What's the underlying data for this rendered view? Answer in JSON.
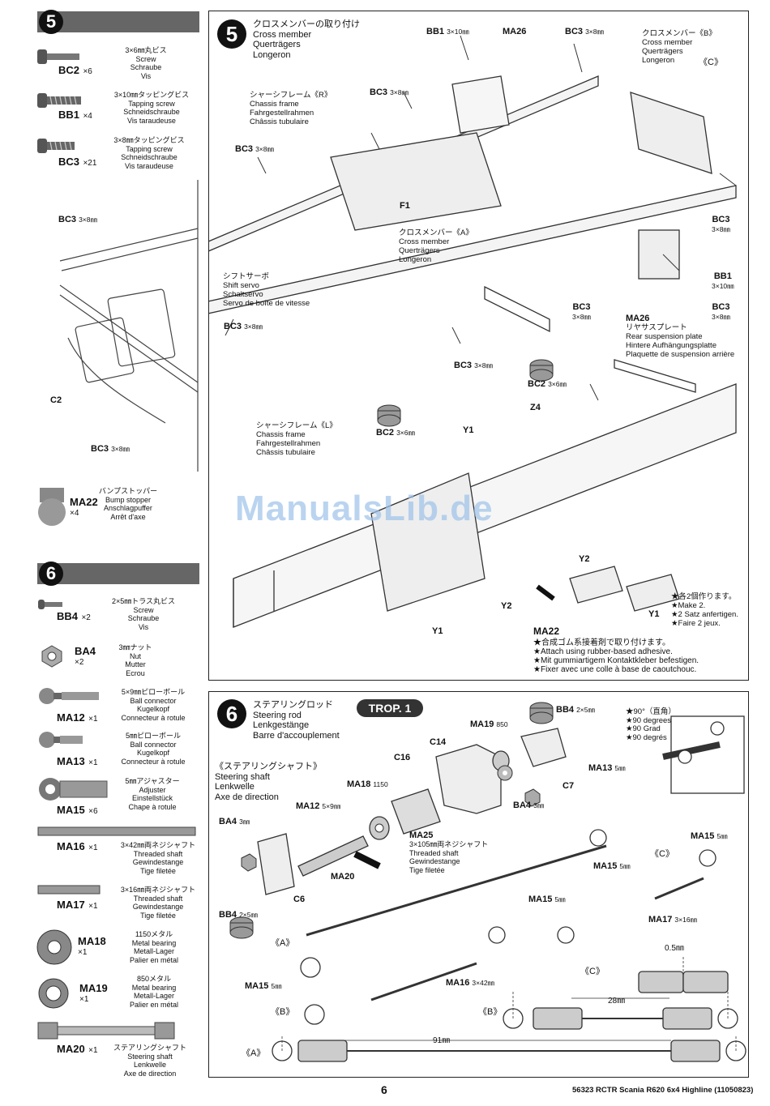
{
  "page_number": "6",
  "footer": "56323 RCTR Scania R620 6x4 Highline (11050823)",
  "watermark": "ManualsLib.de",
  "trop": "TROP. 1",
  "step5": {
    "number": "5",
    "title": [
      "クロスメンバーの取り付け",
      "Cross member",
      "Querträgers",
      "Longeron"
    ],
    "parts": [
      {
        "code": "BC2",
        "qty": "×6",
        "desc": [
          "3×6㎜丸ビス",
          "Screw",
          "Schraube",
          "Vis"
        ]
      },
      {
        "code": "BB1",
        "qty": "×4",
        "desc": [
          "3×10㎜タッピングビス",
          "Tapping screw",
          "Schneidschraube",
          "Vis taraudeuse"
        ]
      },
      {
        "code": "BC3",
        "qty": "×21",
        "desc": [
          "3×8㎜タッピングビス",
          "Tapping screw",
          "Schneidschraube",
          "Vis taraudeuse"
        ]
      }
    ],
    "ma22": {
      "code": "MA22",
      "qty": "×4",
      "desc": [
        "バンプストッパー",
        "Bump stopper",
        "Anschlagpuffer",
        "Arrêt d'axe"
      ]
    },
    "labels": {
      "bb1_top": "BB1",
      "bb1_top_size": "3×10㎜",
      "ma26_top": "MA26",
      "bc3_top": "BC3",
      "bc3_top_size": "3×8㎜",
      "cm_b": [
        "クロスメンバー《B》",
        "Cross member",
        "Querträgers",
        "Longeron"
      ],
      "c_mark": "《C》",
      "frame_r": [
        "シャーシフレーム《R》",
        "Chassis frame",
        "Fahrgestellrahmen",
        "Châssis tubulaire"
      ],
      "bc3_a": "BC3",
      "bc3_a_size": "3×8㎜",
      "bc3_b": "BC3",
      "bc3_b_size": "3×8㎜",
      "bc3_c": "BC3",
      "bc3_c_size": "3×8㎜",
      "f1": "F1",
      "cm_a": [
        "クロスメンバー《A》",
        "Cross member",
        "Querträgers",
        "Longeron"
      ],
      "bc3_right": "BC3",
      "bc3_right_size": "3×8㎜",
      "bb1_right": "BB1",
      "bb1_right_size": "3×10㎜",
      "shift": [
        "シフトサーボ",
        "Shift servo",
        "Schaltservo",
        "Servo de boîte de vitesse"
      ],
      "bc3_d": "BC3",
      "bc3_d_size": "3×8㎜",
      "bc3_e": "BC3",
      "bc3_e_size": "3×8㎜",
      "bc3_f": "BC3",
      "bc3_f_size": "3×8㎜",
      "ma26_right": [
        "MA26",
        "リヤサスプレート",
        "Rear suspension plate",
        "Hintere Aufhängungsplatte",
        "Plaquette de suspension arrière"
      ],
      "bc3_g": "BC3",
      "bc3_g_size": "3×8㎜",
      "c2": "C2",
      "bc2_a": "BC2",
      "bc2_a_size": "3×6㎜",
      "z4": "Z4",
      "frame_l": [
        "シャーシフレーム《L》",
        "Chassis frame",
        "Fahrgestellrahmen",
        "Châssis tubulaire"
      ],
      "bc3_h": "BC3",
      "bc3_h_size": "3×8㎜",
      "bc2_b": "BC2",
      "bc2_b_size": "3×6㎜",
      "y1_a": "Y1",
      "y1_b": "Y1",
      "y1_c": "Y1",
      "y2_a": "Y2",
      "y2_b": "Y2",
      "ma22_label": "MA22",
      "make2": [
        "★各2個作ります。",
        "★Make 2.",
        "★2 Satz anfertigen.",
        "★Faire 2 jeux."
      ],
      "adhesive": [
        "★合成ゴム系接着剤で取り付けます。",
        "★Attach using rubber-based adhesive.",
        "★Mit gummiartigem Kontaktkleber befestigen.",
        "★Fixer avec une colle à base de caoutchouc."
      ]
    }
  },
  "step6": {
    "number": "6",
    "title": [
      "ステアリングロッド",
      "Steering rod",
      "Lenkgestänge",
      "Barre d'accouplement"
    ],
    "shaft_title": [
      "《ステアリングシャフト》",
      "Steering shaft",
      "Lenkwelle",
      "Axe de direction"
    ],
    "parts": [
      {
        "code": "BB4",
        "qty": "×2",
        "desc": [
          "2×5㎜トラス丸ビス",
          "Screw",
          "Schraube",
          "Vis"
        ]
      },
      {
        "code": "BA4",
        "qty": "×2",
        "desc": [
          "3㎜ナット",
          "Nut",
          "Mutter",
          "Ecrou"
        ]
      },
      {
        "code": "MA12",
        "qty": "×1",
        "desc": [
          "5×9㎜ピローボール",
          "Ball connector",
          "Kugelkopf",
          "Connecteur à rotule"
        ]
      },
      {
        "code": "MA13",
        "qty": "×1",
        "desc": [
          "5㎜ピローボール",
          "Ball connector",
          "Kugelkopf",
          "Connecteur à rotule"
        ]
      },
      {
        "code": "MA15",
        "qty": "×6",
        "desc": [
          "5㎜アジャスター",
          "Adjuster",
          "Einstellstück",
          "Chape à rotule"
        ]
      },
      {
        "code": "MA16",
        "qty": "×1",
        "desc": [
          "3×42㎜両ネジシャフト",
          "Threaded shaft",
          "Gewindestange",
          "Tige filetée"
        ]
      },
      {
        "code": "MA17",
        "qty": "×1",
        "desc": [
          "3×16㎜両ネジシャフト",
          "Threaded shaft",
          "Gewindestange",
          "Tige filetée"
        ]
      },
      {
        "code": "MA18",
        "qty": "×1",
        "desc": [
          "1150メタル",
          "Metal bearing",
          "Metall-Lager",
          "Palier en métal"
        ]
      },
      {
        "code": "MA19",
        "qty": "×1",
        "desc": [
          "850メタル",
          "Metal bearing",
          "Metall-Lager",
          "Palier en métal"
        ]
      },
      {
        "code": "MA20",
        "qty": "×1",
        "desc": [
          "ステアリングシャフト",
          "Steering shaft",
          "Lenkwelle",
          "Axe de direction"
        ]
      }
    ],
    "labels": {
      "bb4_top": "BB4",
      "bb4_top_size": "2×5㎜",
      "ma19": "MA19",
      "ma19_size": "850",
      "c14": "C14",
      "c16": "C16",
      "ma18": "MA18",
      "ma18_size": "1150",
      "c7": "C7",
      "ma13": "MA13",
      "ma13_size": "5㎜",
      "ba4_right": "BA4",
      "ba4_right_size": "3㎜",
      "ma12": "MA12",
      "ma12_size": "5×9㎜",
      "ba4_left": "BA4",
      "ba4_left_size": "3㎜",
      "ma25": "MA25",
      "ma25_desc": [
        "3×105㎜両ネジシャフト",
        "Threaded shaft",
        "Gewindestange",
        "Tige filetée"
      ],
      "ma20": "MA20",
      "c6": "C6",
      "bb4_left": "BB4",
      "bb4_left_size": "2×5㎜",
      "ma15_a": "MA15",
      "ma15_a_size": "5㎜",
      "ma15_b": "MA15",
      "ma15_b_size": "5㎜",
      "ma15_c": "MA15",
      "ma15_c_size": "5㎜",
      "ma15_d": "MA15",
      "ma15_d_size": "5㎜",
      "ma17": "MA17",
      "ma17_size": "3×16㎜",
      "ma16": "MA16",
      "ma16_size": "3×42㎜",
      "mark_a1": "《A》",
      "mark_b1": "《B》",
      "mark_c1": "《C》",
      "mark_a2": "《A》",
      "mark_b2": "《B》",
      "mark_c2": "《C》",
      "dim_05": "0.5㎜",
      "dim_28": "28㎜",
      "dim_91": "91㎜",
      "angle": [
        "★90°（直角）",
        "★90 degrees",
        "★90 Grad",
        "★90 degrés"
      ]
    }
  }
}
